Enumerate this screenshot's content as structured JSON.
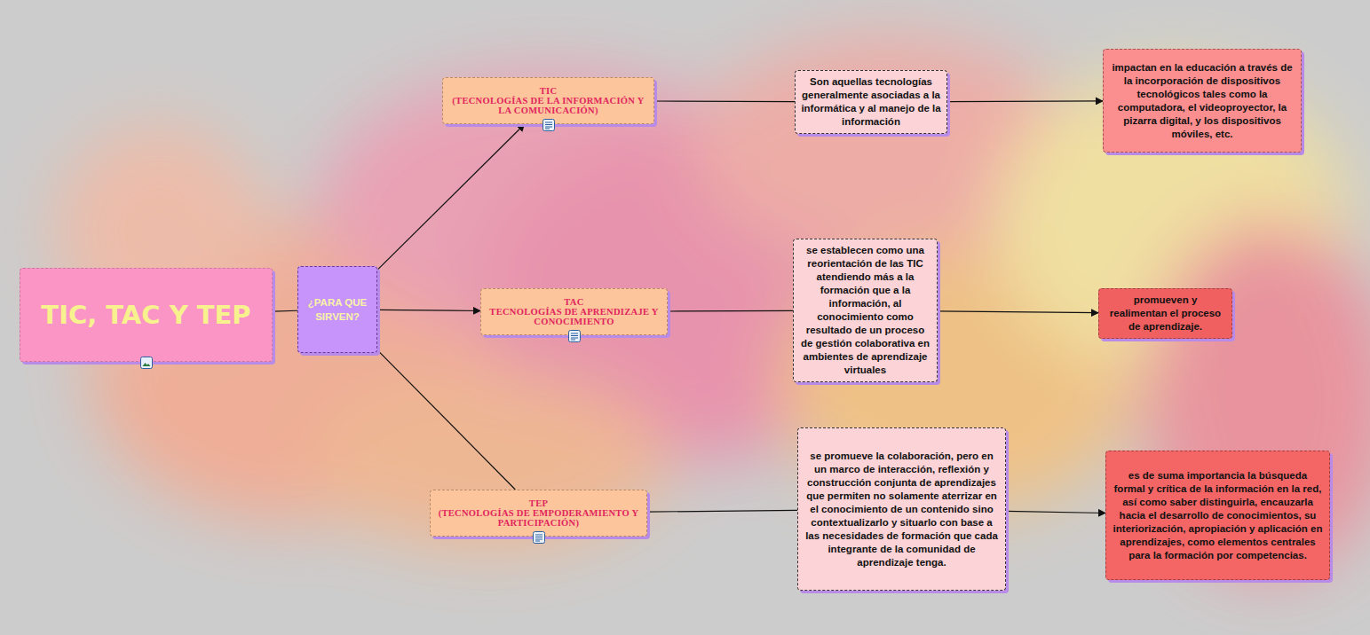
{
  "diagram": {
    "nodes": [
      {
        "text": [
          "TIC, TAC Y TEP"
        ]
      },
      {
        "text": [
          "¿PARA QUE SIRVEN?"
        ]
      },
      {
        "text": [
          "TIC",
          "(TECNOLOGÍAS DE LA INFORMACIÓN Y LA COMUNICACIÓN)"
        ]
      },
      {
        "text": [
          "TAC",
          "TECNOLOGÍAS DE APRENDIZAJE Y CONOCIMIENTO"
        ]
      },
      {
        "text": [
          "TEP",
          "(TECNOLOGÍAS DE EMPODERAMIENTO Y PARTICIPACIÓN)"
        ]
      },
      {
        "text": [
          "Son aquellas tecnologías generalmente asociadas a la informática y al manejo de la información"
        ]
      },
      {
        "text": [
          "impactan en la educación a través de la incorporación de dispositivos tecnológicos tales como la computadora, el videoproyector, la pizarra digital, y los dispositivos móviles, etc."
        ]
      },
      {
        "text": [
          "se establecen como una reorientación de las TIC atendiendo más a la formación que a la información, al conocimiento como resultado de un proceso de gestión colaborativa en ambientes de aprendizaje virtuales"
        ]
      },
      {
        "text": [
          "promueven y realimentan el proceso de aprendizaje."
        ]
      },
      {
        "text": [
          "se promueve la colaboración, pero en un marco de interacción, reflexión y construcción conjunta de aprendizajes que permiten no solamente aterrizar en el conocimiento de un contenido sino contextualizarlo y situarlo con base a las necesidades de formación que cada integrante de la comunidad de aprendizaje tenga."
        ]
      },
      {
        "text": [
          "es de suma importancia la búsqueda formal y crítica de la información en la red, así como saber distinguirla, encauzarla hacia el desarrollo de conocimientos, su interiorización, apropiación y aplicación en aprendizajes, como elementos centrales para la formación por competencias."
        ]
      }
    ],
    "edges": [
      {
        "from": 0,
        "to": 1,
        "arrow": "none"
      },
      {
        "from": 1,
        "to": 2,
        "arrow": "to"
      },
      {
        "from": 1,
        "to": 3,
        "arrow": "to"
      },
      {
        "from": 1,
        "to": 4,
        "arrow": "none"
      },
      {
        "from": 2,
        "to": 5,
        "arrow": "none"
      },
      {
        "from": 5,
        "to": 6,
        "arrow": "to"
      },
      {
        "from": 3,
        "to": 7,
        "arrow": "none"
      },
      {
        "from": 7,
        "to": 8,
        "arrow": "to"
      },
      {
        "from": 4,
        "to": 9,
        "arrow": "none"
      },
      {
        "from": 9,
        "to": 10,
        "arrow": "to"
      }
    ]
  }
}
